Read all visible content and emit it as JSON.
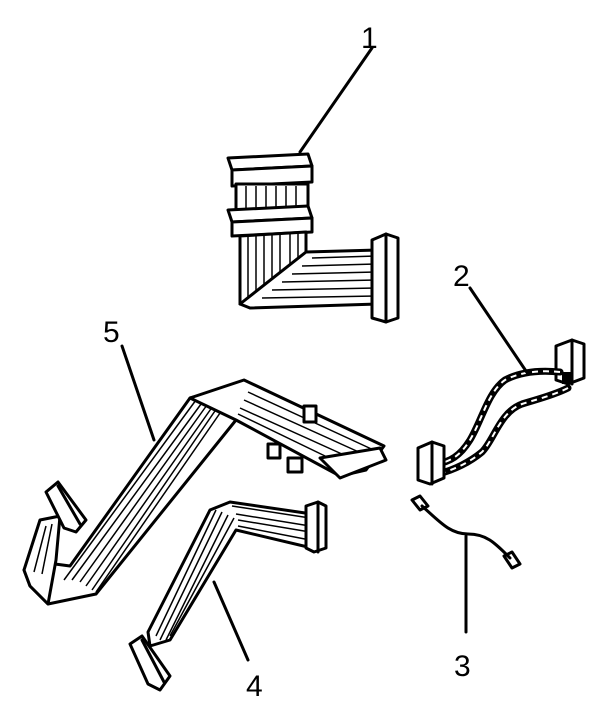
{
  "diagram": {
    "callouts": [
      {
        "id": "1",
        "text": "1"
      },
      {
        "id": "2",
        "text": "2"
      },
      {
        "id": "3",
        "text": "3"
      },
      {
        "id": "4",
        "text": "4"
      },
      {
        "id": "5",
        "text": "5"
      }
    ],
    "colors": {
      "line": "#000000",
      "background": "#ffffff"
    }
  }
}
